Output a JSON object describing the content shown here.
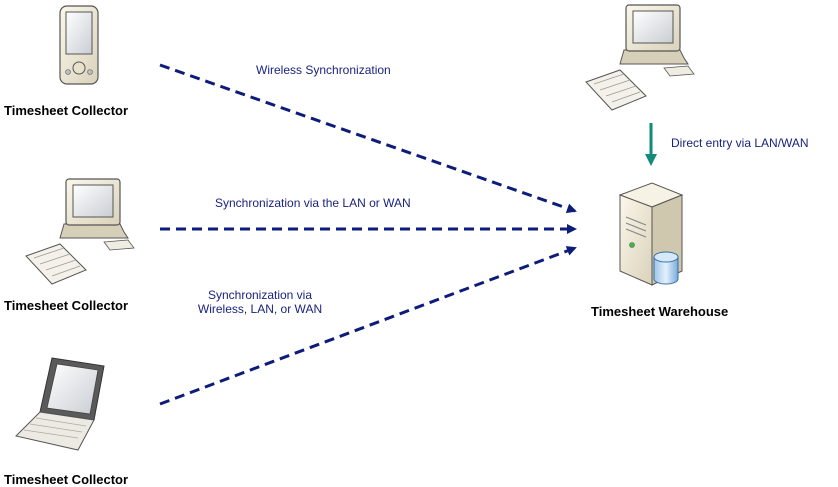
{
  "nodes": {
    "collector_pda": {
      "label": "Timesheet Collector",
      "icon": "pda-icon"
    },
    "collector_desktop": {
      "label": "Timesheet Collector",
      "icon": "desktop-computer-icon"
    },
    "collector_laptop": {
      "label": "Timesheet Collector",
      "icon": "laptop-icon"
    },
    "warehouse": {
      "label": "Timesheet Warehouse",
      "icon": "server-database-icon"
    },
    "entry_workstation": {
      "icon": "desktop-computer-icon"
    }
  },
  "edges": {
    "wireless": {
      "label": "Wireless Synchronization"
    },
    "lan_wan": {
      "label": "Synchronization via the LAN or WAN"
    },
    "combined": {
      "label_line1": "Synchronization via",
      "label_line2": "Wireless, LAN, or WAN"
    },
    "direct": {
      "label": "Direct entry via LAN/WAN"
    }
  },
  "colors": {
    "sync_arrow": "#0d1b7a",
    "direct_arrow": "#138a7a",
    "label_text": "#1a237e"
  }
}
